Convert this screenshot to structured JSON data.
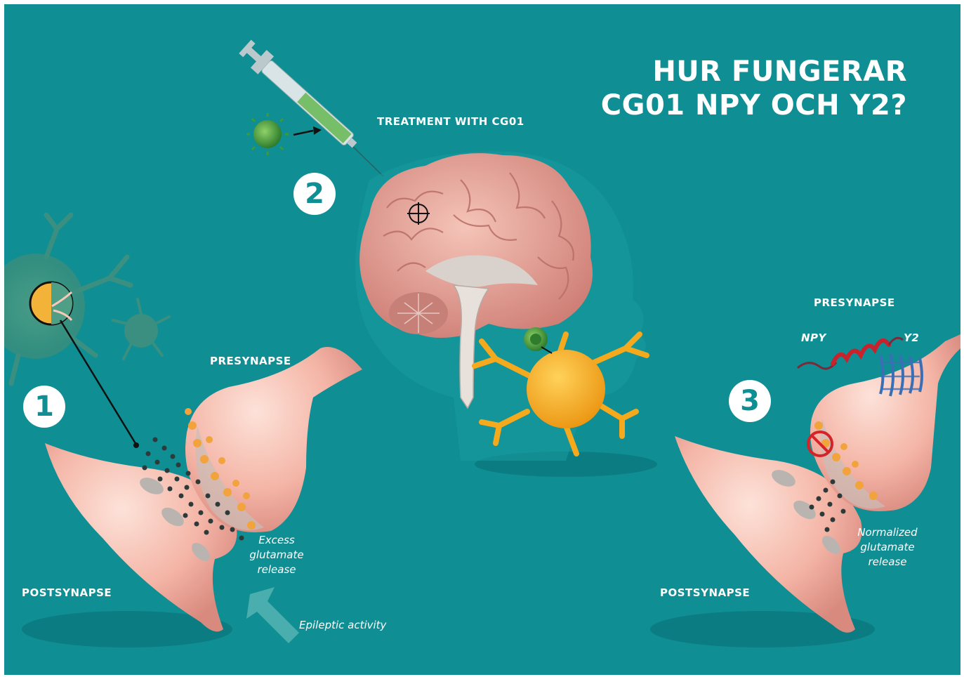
{
  "title": {
    "line1": "HUR FUNGERAR",
    "line2": "CG01 NPY OCH Y2?"
  },
  "steps": {
    "one": "1",
    "two": "2",
    "three": "3"
  },
  "labels": {
    "treatment": "TREATMENT WITH CG01",
    "presynapse_left": "PRESYNAPSE",
    "postsynapse_left": "POSTSYNAPSE",
    "presynapse_right": "PRESYNAPSE",
    "postsynapse_right": "POSTSYNAPSE",
    "npy": "NPY",
    "y2": "Y2"
  },
  "notes": {
    "excess": [
      "Excess",
      "glutamate",
      "release"
    ],
    "normalized": [
      "Normalized",
      "glutamate",
      "release"
    ],
    "epileptic": "Epileptic activity"
  },
  "colors": {
    "background": "#0f8e93",
    "synapse": "#f4b5a6",
    "brain": "#e9a39a",
    "neuron": "#f5a91d",
    "virus": "#3e9a3a",
    "text": "#ffffff"
  }
}
